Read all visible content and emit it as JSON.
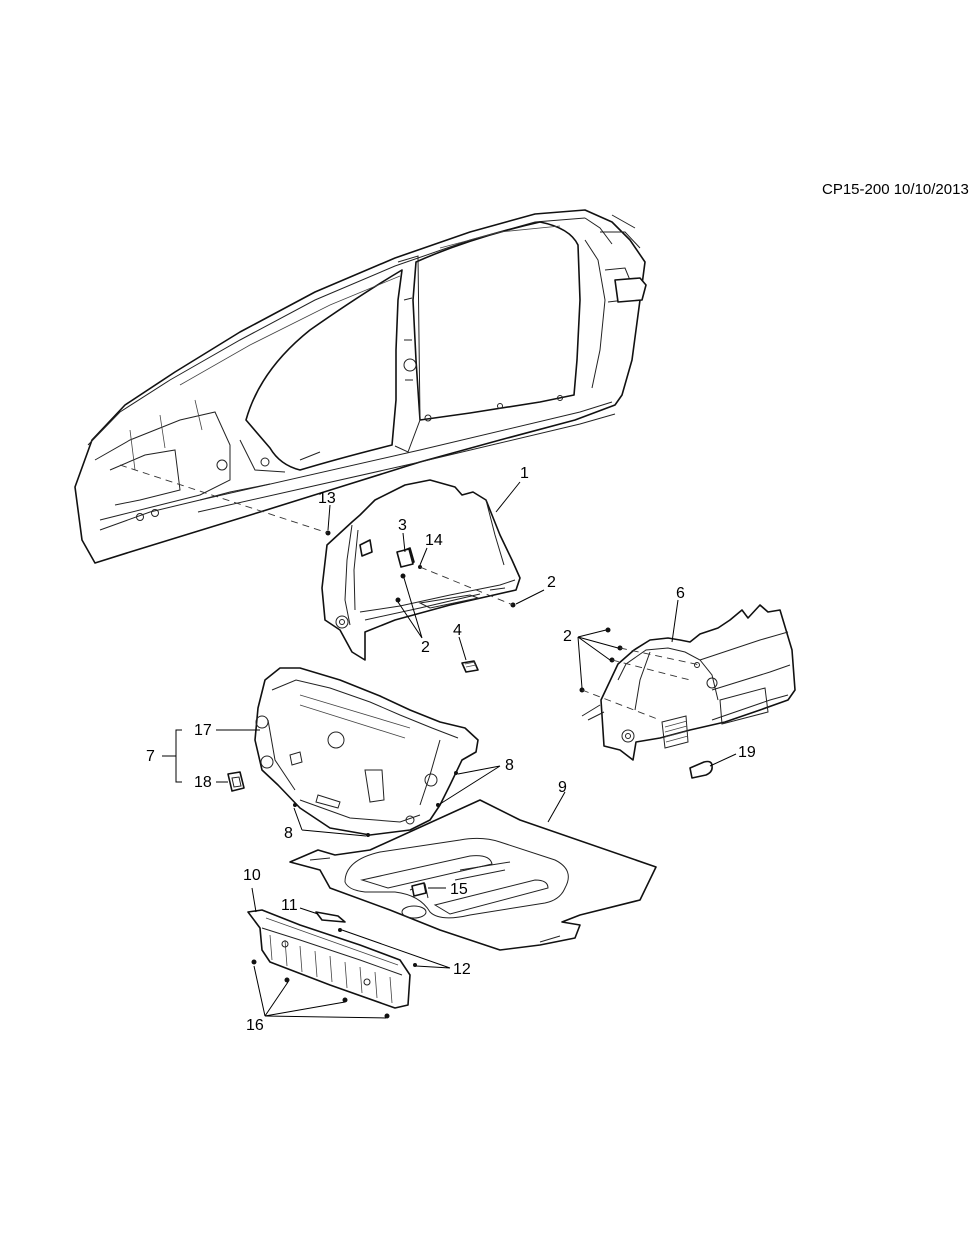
{
  "document_code": "CP15-200 10/10/2013",
  "callouts": {
    "c1": "1",
    "c2a": "2",
    "c2b": "2",
    "c2c": "2",
    "c3": "3",
    "c4": "4",
    "c6": "6",
    "c7": "7",
    "c8a": "8",
    "c8b": "8",
    "c9": "9",
    "c10": "10",
    "c11": "11",
    "c12": "12",
    "c13": "13",
    "c14": "14",
    "c15": "15",
    "c16": "16",
    "c17": "17",
    "c18": "18",
    "c19": "19"
  }
}
